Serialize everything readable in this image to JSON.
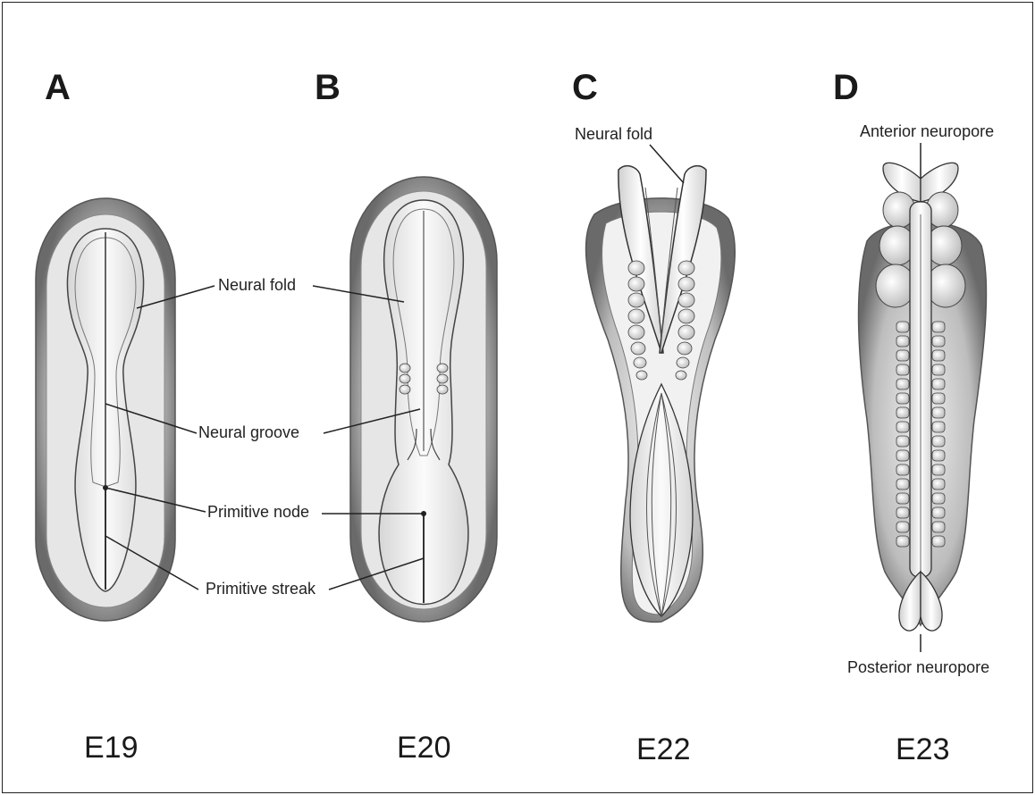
{
  "panels": [
    {
      "letter": "A",
      "stage": "E19"
    },
    {
      "letter": "B",
      "stage": "E20"
    },
    {
      "letter": "C",
      "stage": "E22"
    },
    {
      "letter": "D",
      "stage": "E23"
    }
  ],
  "callouts": {
    "neural_fold_ab": "Neural fold",
    "neural_groove": "Neural groove",
    "primitive_node": "Primitive node",
    "primitive_streak": "Primitive streak",
    "neural_fold_c": "Neural fold",
    "anterior_neuropore": "Anterior neuropore",
    "posterior_neuropore": "Posterior neuropore"
  },
  "colors": {
    "outline": "#333333",
    "embryo_rim": "#6e6e6e",
    "embryo_fill": "#e9e9e9",
    "plate_fill": "#f7f7f7"
  }
}
